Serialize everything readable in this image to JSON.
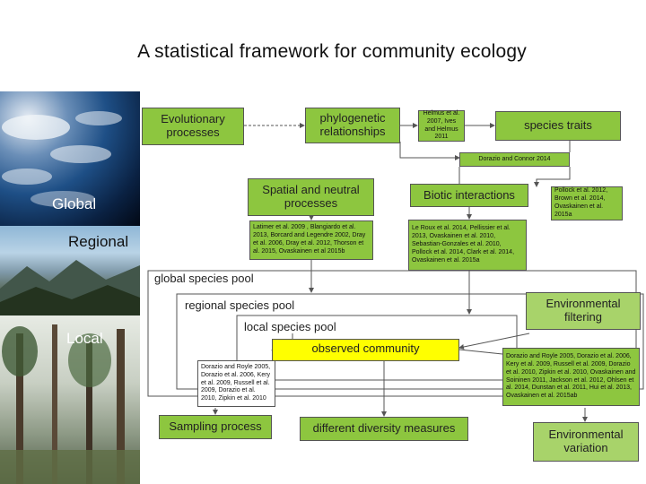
{
  "title": "A statistical framework for community ecology",
  "scales": {
    "global": "Global",
    "regional": "Regional",
    "local": "Local"
  },
  "boxes": {
    "evolutionary": "Evolutionary processes",
    "phylogenetic": "phylogenetic relationships",
    "traits": "species traits",
    "spatial": "Spatial and neutral processes",
    "biotic": "Biotic interactions",
    "global_pool": "global species pool",
    "regional_pool": "regional species pool",
    "local_pool": "local species pool",
    "observed": "observed community",
    "env_filter": "Environmental filtering",
    "sampling": "Sampling process",
    "diversity": "different diversity measures",
    "env_variation": "Environmental variation"
  },
  "refs": {
    "helmus": "Helmus et al. 2007, Ives and Helmus 2011",
    "dorazio_connor": "Dorazio and Connor 2014",
    "pollock": "Pollock et al. 2012, Brown et al. 2014, Ovaskainen et al. 2015a",
    "latimer": "Latimer et al. 2009 , Blangiardo et al. 2013, Borcard and Legendre 2002, Dray et al. 2006, Dray et al. 2012, Thorson et al. 2015, Ovaskainen et al 2015b",
    "leroux": "Le Roux et al. 2014, Pellissier et al. 2013, Ovaskainen et al. 2010, Sebastian-Gonzales et al. 2010, Pollock et al. 2014, Clark et al. 2014, Ovaskainen et al. 2015a",
    "dorazio_royle": "Dorazio and Royle 2005, Dorazio et al. 2006, Kery et al. 2009, Russell et al. 2009, Dorazio et al. 2010, Zipkin et al. 2010",
    "env_refs": "Dorazio and Royle 2005, Dorazio et al. 2006, Kery et al. 2009, Russell et al. 2009, Dorazio et al. 2010, Zipkin et al. 2010, Ovaskainen and Soininen 2011, Jackson et al. 2012, Ohlsen et al. 2014, Dunstan et al. 2011, Hui et al. 2013, Ovaskainen et al. 2015ab"
  },
  "colors": {
    "box_green": "#8dc63f",
    "highlight_yellow": "#ffff00",
    "line": "#555555"
  }
}
